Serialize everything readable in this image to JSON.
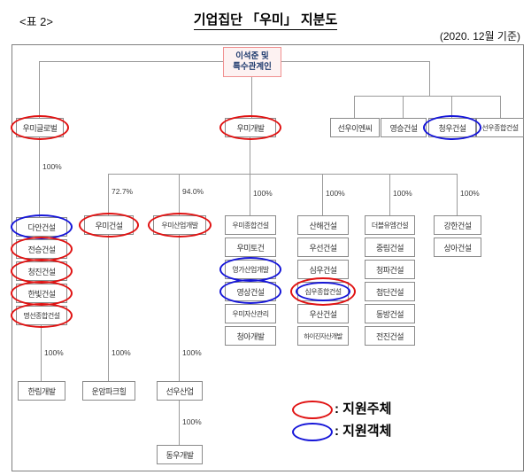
{
  "header": {
    "table_label": "<표 2>",
    "title": "기업집단 「우미」 지분도",
    "date_note": "(2020. 12월 기준)"
  },
  "root": {
    "label": "이석준 및\n특수관계인"
  },
  "companies": {
    "umi_global": "우미글로벌",
    "umi_dev": "우미개발",
    "seonwoo_enc": "선우이엔씨",
    "yeongseung": "영승건설",
    "cheongwoo": "청우건설",
    "seonwoo_general": "선우종합건설",
    "daan": "다안건설",
    "jeonseung": "전승건설",
    "cheongjin": "청진건설",
    "hanbit": "한빛건설",
    "myeongseon": "명선종합건설",
    "hanlim": "한림개발",
    "umi_const": "우미건설",
    "unam": "운암파크힐",
    "umi_ind": "우미산업개발",
    "seonwoo_ind": "선우산업",
    "dongwoo": "동우개발",
    "umi_general": "우미종합건설",
    "umi_togun": "우미토건",
    "yeongga": "영가산업개발",
    "yeongsang": "영상건설",
    "umi_asset": "우미자산관리",
    "cheonga": "청아개발",
    "sanhae": "산해건설",
    "wooseon": "우선건설",
    "simwoo": "심우건설",
    "simwoo_general": "심우종합건설",
    "woosan": "우산건설",
    "haijin": "하이진자산개발",
    "wm": "더블유엠건설",
    "jungnim": "중림건설",
    "cheongpa": "청파건설",
    "cheomdan": "첨단건설",
    "dongbang": "동방건설",
    "jeonjin": "전진건설",
    "ganghan": "강한건설",
    "sanga": "상아건설"
  },
  "percents": {
    "pct727": "72.7%",
    "pct940": "94.0%",
    "pct100": "100%"
  },
  "legend": {
    "support_subject_label": ": 지원주체",
    "support_object_label": ": 지원객체"
  },
  "colors": {
    "support_subject": "#e01212",
    "support_object": "#1515d8",
    "root_border": "#f09090",
    "root_bg": "#fdf2f2",
    "box_border": "#8a8a8a",
    "line": "#9a9a9a"
  }
}
